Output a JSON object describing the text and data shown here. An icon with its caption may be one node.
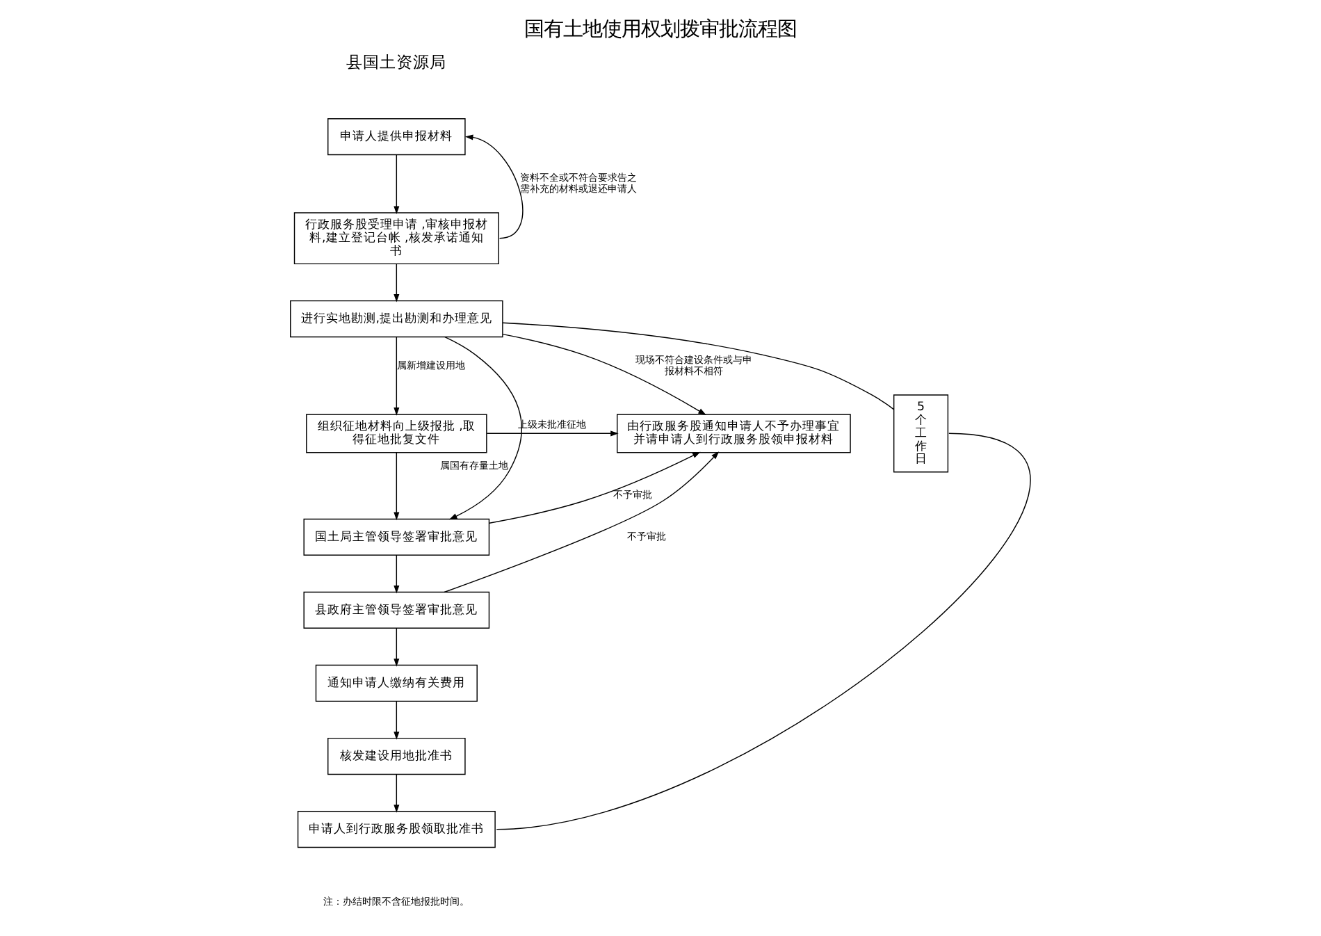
{
  "diagram": {
    "title": "国有土地使用权划拨审批流程图",
    "nodes": [
      {
        "text": [
          "申请人提供申报材料"
        ]
      },
      {
        "text": [
          "行政服务股受理申请 ,审核申报材料,建立登记台帐 ,核发承诺通知书"
        ]
      },
      {
        "text": [
          "进行实地勘测,提出勘测和办理意见"
        ]
      },
      {
        "text": [
          "组织征地材料向上级报批 ,取得征地批复文件"
        ]
      },
      {
        "text": [
          "国土局主管领导签署审批意见"
        ]
      },
      {
        "text": [
          "县政府主管领导签署审批意见"
        ]
      },
      {
        "text": [
          "通知申请人缴纳有关费用"
        ]
      },
      {
        "text": [
          "核发建设用地批准书"
        ]
      },
      {
        "text": [
          "申请人到行政服务股领取批准书"
        ]
      },
      {
        "text": [
          "由行政服务股通知申请人不予办理事宜并请申请人到行政服务股领申报材料"
        ]
      },
      {
        "text": [
          "5个工作日"
        ]
      }
    ],
    "edges": [
      {
        "from": 0,
        "to": 1,
        "arrow": "to"
      },
      {
        "from": 1,
        "to": 0,
        "arrow": "to",
        "label": "资料不全或不符合要求告之需补充的材料或退还申请人"
      },
      {
        "from": 1,
        "to": 2,
        "arrow": "to"
      },
      {
        "from": 2,
        "to": 9,
        "arrow": "to",
        "label": "现场不符合建设条件或与申报材料不相符"
      },
      {
        "from": 2,
        "to": 4,
        "arrow": "to",
        "label": "属国有存量土地"
      },
      {
        "from": 2,
        "to": 3,
        "arrow": "to",
        "label": "属新增建设用地"
      },
      {
        "from": 3,
        "to": 9,
        "arrow": "to",
        "label": "上级未批准征地"
      },
      {
        "from": 3,
        "to": 4,
        "arrow": "to"
      },
      {
        "from": 4,
        "to": 9,
        "arrow": "to",
        "label": "不予审批"
      },
      {
        "from": 4,
        "to": 5,
        "arrow": "to"
      },
      {
        "from": 5,
        "to": 9,
        "arrow": "to",
        "label": "不予审批"
      },
      {
        "from": 5,
        "to": 6,
        "arrow": "to"
      },
      {
        "from": 6,
        "to": 7,
        "arrow": "to"
      },
      {
        "from": 7,
        "to": 8,
        "arrow": "to"
      },
      {
        "from": 2,
        "to": 10,
        "arrow": "none"
      },
      {
        "from": 10,
        "to": 8,
        "arrow": "none"
      }
    ],
    "labels": [
      "县国土资源局",
      "注：办结时限不含征地报批时间。"
    ]
  }
}
